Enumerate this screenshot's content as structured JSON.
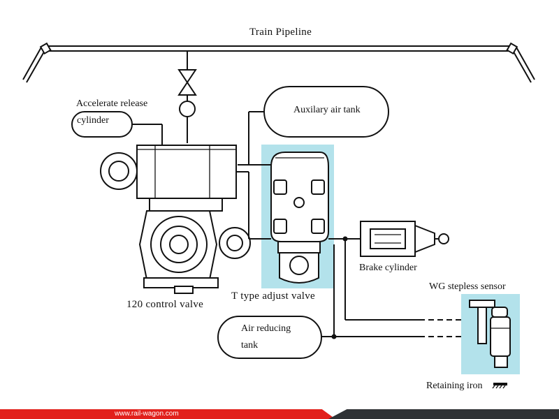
{
  "labels": {
    "train_pipeline": "Train Pipeline",
    "accelerate_release_line1": "Accelerate release",
    "accelerate_release_line2": "cylinder",
    "auxiliary_air_tank": "Auxilary air tank",
    "control_valve": "120 control valve",
    "t_type_adjust_valve": "T type adjust valve",
    "brake_cylinder": "Brake cylinder",
    "wg_stepless_sensor": "WG stepless sensor",
    "air_reducing_tank_line1": "Air reducing",
    "air_reducing_tank_line2": "tank",
    "retaining_iron": "Retaining iron"
  },
  "footer": {
    "url": "www.rail-wagon.com"
  },
  "colors": {
    "highlight": "#a6dde8",
    "footer_red": "#e2211c",
    "footer_dark": "#2f3235",
    "line": "#111111"
  }
}
